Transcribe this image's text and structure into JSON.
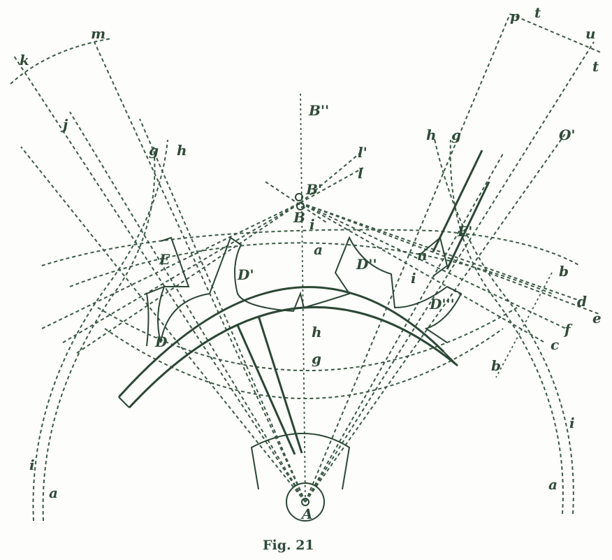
{
  "figure": {
    "caption": "Fig. 21",
    "color": "#2f4b38",
    "labels": {
      "m": "m",
      "k": "k",
      "j": "j",
      "g_left": "g",
      "h_left": "h",
      "B2": "B''",
      "l1": "l'",
      "l": "l",
      "B1": "B'",
      "B": "B",
      "i_center": "i",
      "a_center": "a",
      "h_center": "h",
      "g_center": "g",
      "E": "E",
      "D": "D",
      "D1": "D'",
      "D2": "D''",
      "D3": "D'''",
      "E1": "E'",
      "n": "n",
      "i_right": "i",
      "h_right": "h",
      "g_right": "g",
      "p": "p",
      "t_top": "t",
      "u": "u",
      "t_right": "t",
      "O1": "O'",
      "b_top": "b",
      "d": "d",
      "e": "e",
      "f": "f",
      "c": "c",
      "b_bottom": "b",
      "i_left": "i",
      "a_left": "a",
      "i_far_right": "i",
      "a_right": "a",
      "A": "A"
    }
  }
}
